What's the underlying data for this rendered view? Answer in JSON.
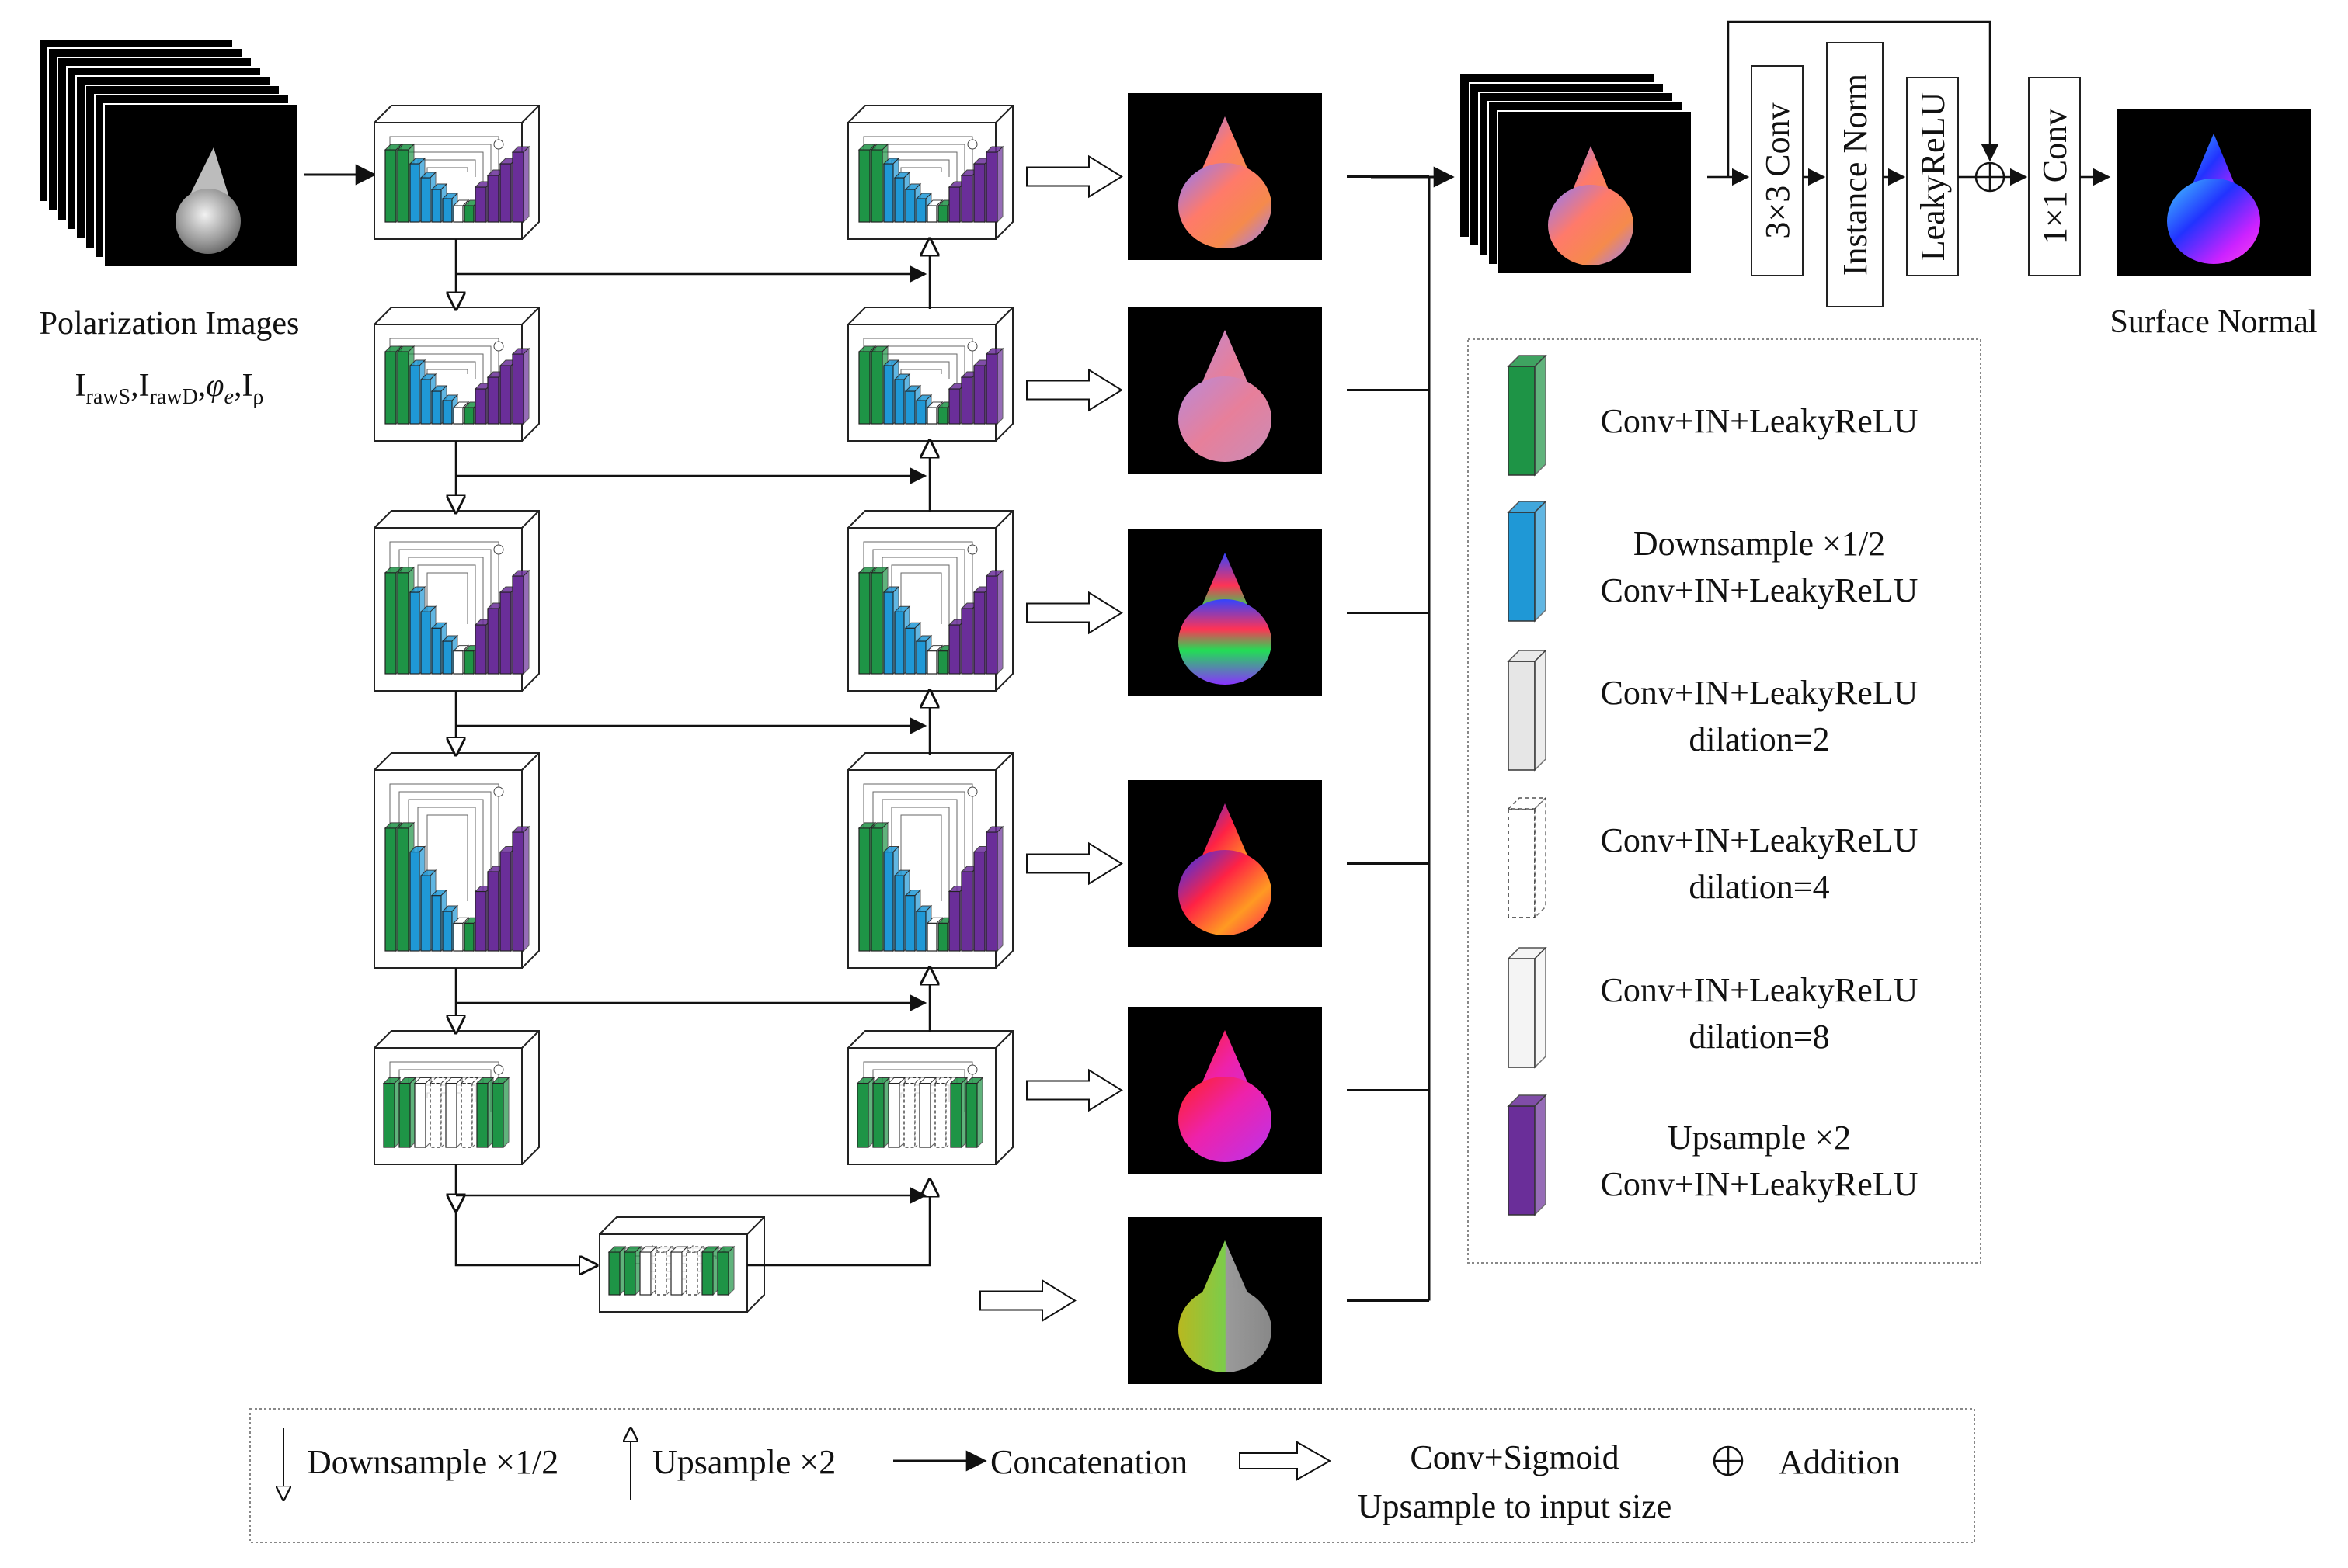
{
  "input": {
    "title": "Polarization Images",
    "symbols": [
      {
        "base": "I",
        "sub": "rawS"
      },
      {
        "base": "I",
        "sub": "rawD"
      },
      {
        "base": "φ",
        "sub": "e",
        "italic": true
      },
      {
        "base": "I",
        "sub": "ρ"
      }
    ],
    "separator": ","
  },
  "head": {
    "ops": [
      "3×3 Conv",
      "Instance Norm",
      "LeakyReLU",
      "1×1 Conv"
    ],
    "output_label": "Surface Normal"
  },
  "legend": {
    "items": [
      {
        "lines": [
          "Conv+IN+LeakyReLU"
        ],
        "color": "#1e9446"
      },
      {
        "lines": [
          "Downsample ×1/2",
          "Conv+IN+LeakyReLU"
        ],
        "color": "#1f98d6"
      },
      {
        "lines": [
          "Conv+IN+LeakyReLU",
          "dilation=2"
        ],
        "color": "#e6e6e6"
      },
      {
        "lines": [
          "Conv+IN+LeakyReLU",
          "dilation=4"
        ],
        "color": "#ffffff",
        "dashed": true
      },
      {
        "lines": [
          "Conv+IN+LeakyReLU",
          "dilation=8"
        ],
        "color": "#f4f4f4"
      },
      {
        "lines": [
          "Upsample ×2",
          "Conv+IN+LeakyReLU"
        ],
        "color": "#6a2e99"
      }
    ]
  },
  "bottom_legend": {
    "downsample": "Downsample ×1/2",
    "upsample": "Upsample ×2",
    "concat": "Concatenation",
    "conv_sigmoid": [
      "Conv+Sigmoid",
      "Upsample to input size"
    ],
    "addition": "Addition"
  },
  "colors": {
    "green": "#1e9446",
    "blue": "#1f98d6",
    "purple": "#6a2e99",
    "line": "#111111"
  }
}
